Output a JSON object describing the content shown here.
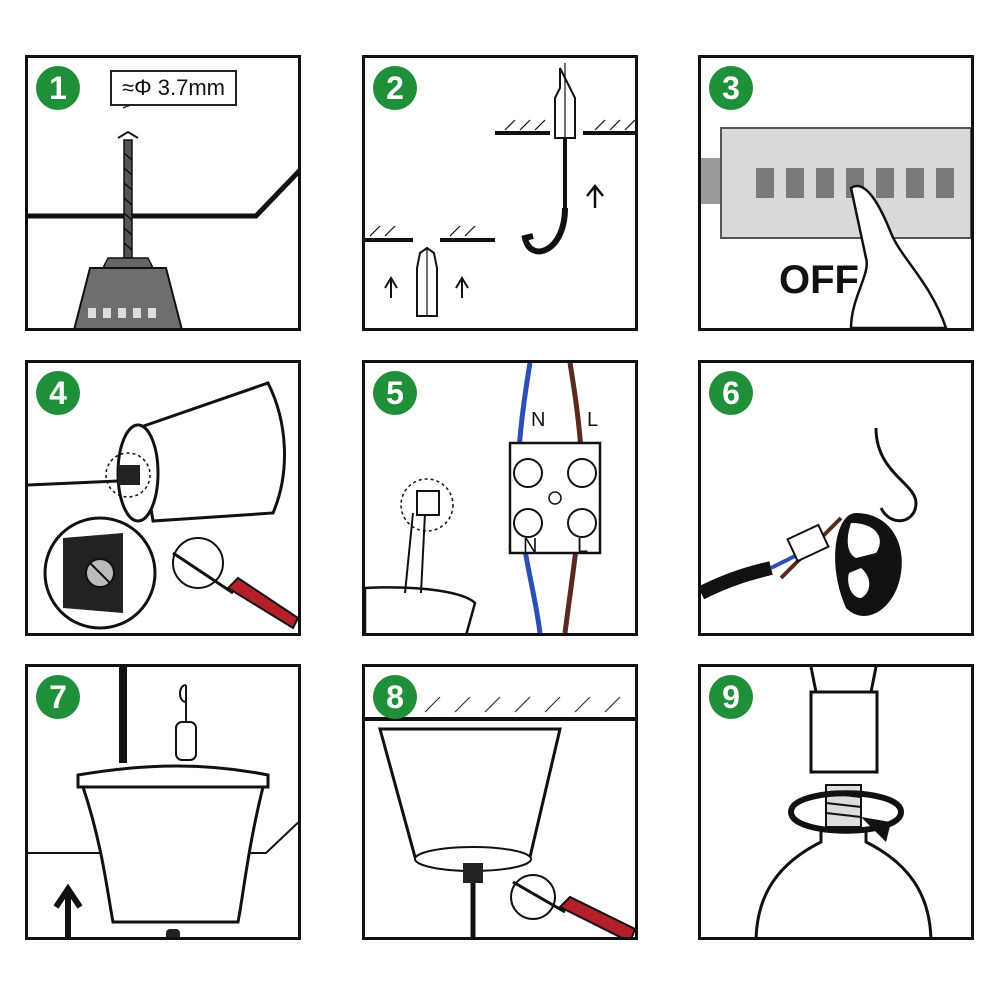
{
  "panels": [
    {
      "number": "1",
      "callout": "≈Φ 3.7mm"
    },
    {
      "number": "2"
    },
    {
      "number": "3",
      "label": "OFF"
    },
    {
      "number": "4"
    },
    {
      "number": "5",
      "labels": {
        "n_top": "N",
        "l_top": "L",
        "n_bottom": "N",
        "l_bottom": "L"
      }
    },
    {
      "number": "6"
    },
    {
      "number": "7"
    },
    {
      "number": "8"
    },
    {
      "number": "9"
    }
  ],
  "colors": {
    "badge": "#1f8f3a",
    "neutral_wire": "#2c4fb5",
    "live_wire": "#5a2a1e",
    "outline": "#111111"
  }
}
